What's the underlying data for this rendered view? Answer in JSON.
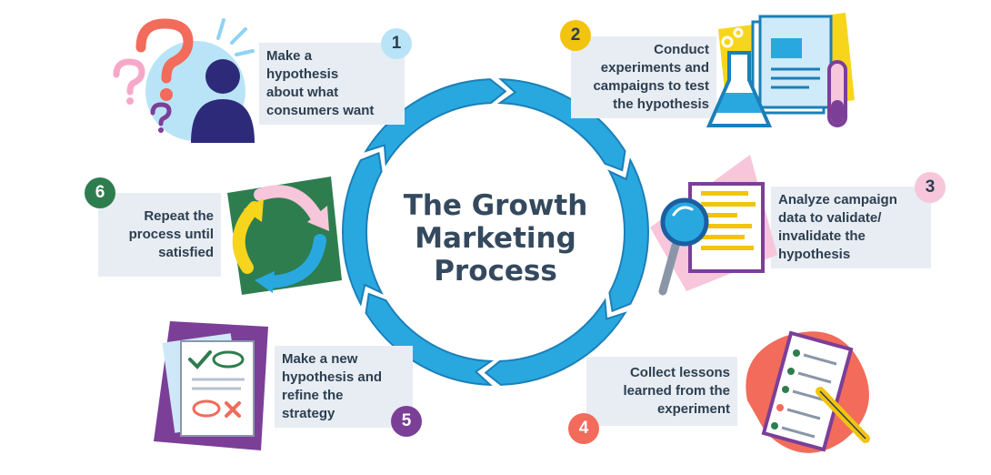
{
  "title_lines": [
    "The Growth",
    "Marketing",
    "Process"
  ],
  "steps": [
    {
      "number": "1",
      "lines": [
        "Make a",
        "hypothesis",
        "about what",
        "consumers want"
      ],
      "badge_color": "#b9e4f7",
      "badge_text_color": "#2c3e50",
      "icon": "question-person-icon"
    },
    {
      "number": "2",
      "lines": [
        "Conduct",
        "experiments and",
        "campaigns to test",
        "the hypothesis"
      ],
      "badge_color": "#f2c40f",
      "badge_text_color": "#2c3e50",
      "icon": "lab-flask-icon"
    },
    {
      "number": "3",
      "lines": [
        "Analyze campaign",
        "data to validate/",
        "invalidate the",
        "hypothesis"
      ],
      "badge_color": "#f7c6db",
      "badge_text_color": "#2c3e50",
      "icon": "magnifier-report-icon"
    },
    {
      "number": "4",
      "lines": [
        "Collect lessons",
        "learned from the",
        "experiment"
      ],
      "badge_color": "#f26b5b",
      "badge_text_color": "#ffffff",
      "icon": "checklist-pencil-icon"
    },
    {
      "number": "5",
      "lines": [
        "Make a new",
        "hypothesis and",
        "refine the",
        "strategy"
      ],
      "badge_color": "#7b3f98",
      "badge_text_color": "#ffffff",
      "icon": "checkmark-documents-icon"
    },
    {
      "number": "6",
      "lines": [
        "Repeat the",
        "process until",
        "satisfied"
      ],
      "badge_color": "#2e7d4f",
      "badge_text_color": "#ffffff",
      "icon": "cycle-arrows-icon"
    }
  ],
  "colors": {
    "ring": "#29a8e0",
    "ring_dark": "#1b7fb8",
    "box": "#e8edf3",
    "text": "#2c3e50",
    "title": "#34495e"
  }
}
